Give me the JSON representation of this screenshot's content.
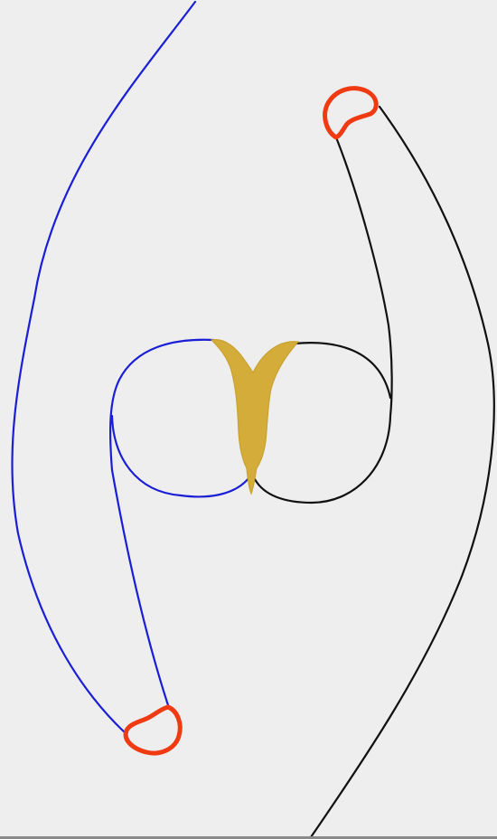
{
  "drawing": {
    "background_color": "#efefef",
    "colors": {
      "blue_curve": "#1a1fd6",
      "black_curve": "#111111",
      "red_loops": "#ef3a12",
      "gold_shape": "#d3ac3a"
    },
    "elements": [
      "blue-curve",
      "black-curve",
      "gold-y-shape",
      "red-loop-top",
      "red-loop-bottom"
    ]
  }
}
